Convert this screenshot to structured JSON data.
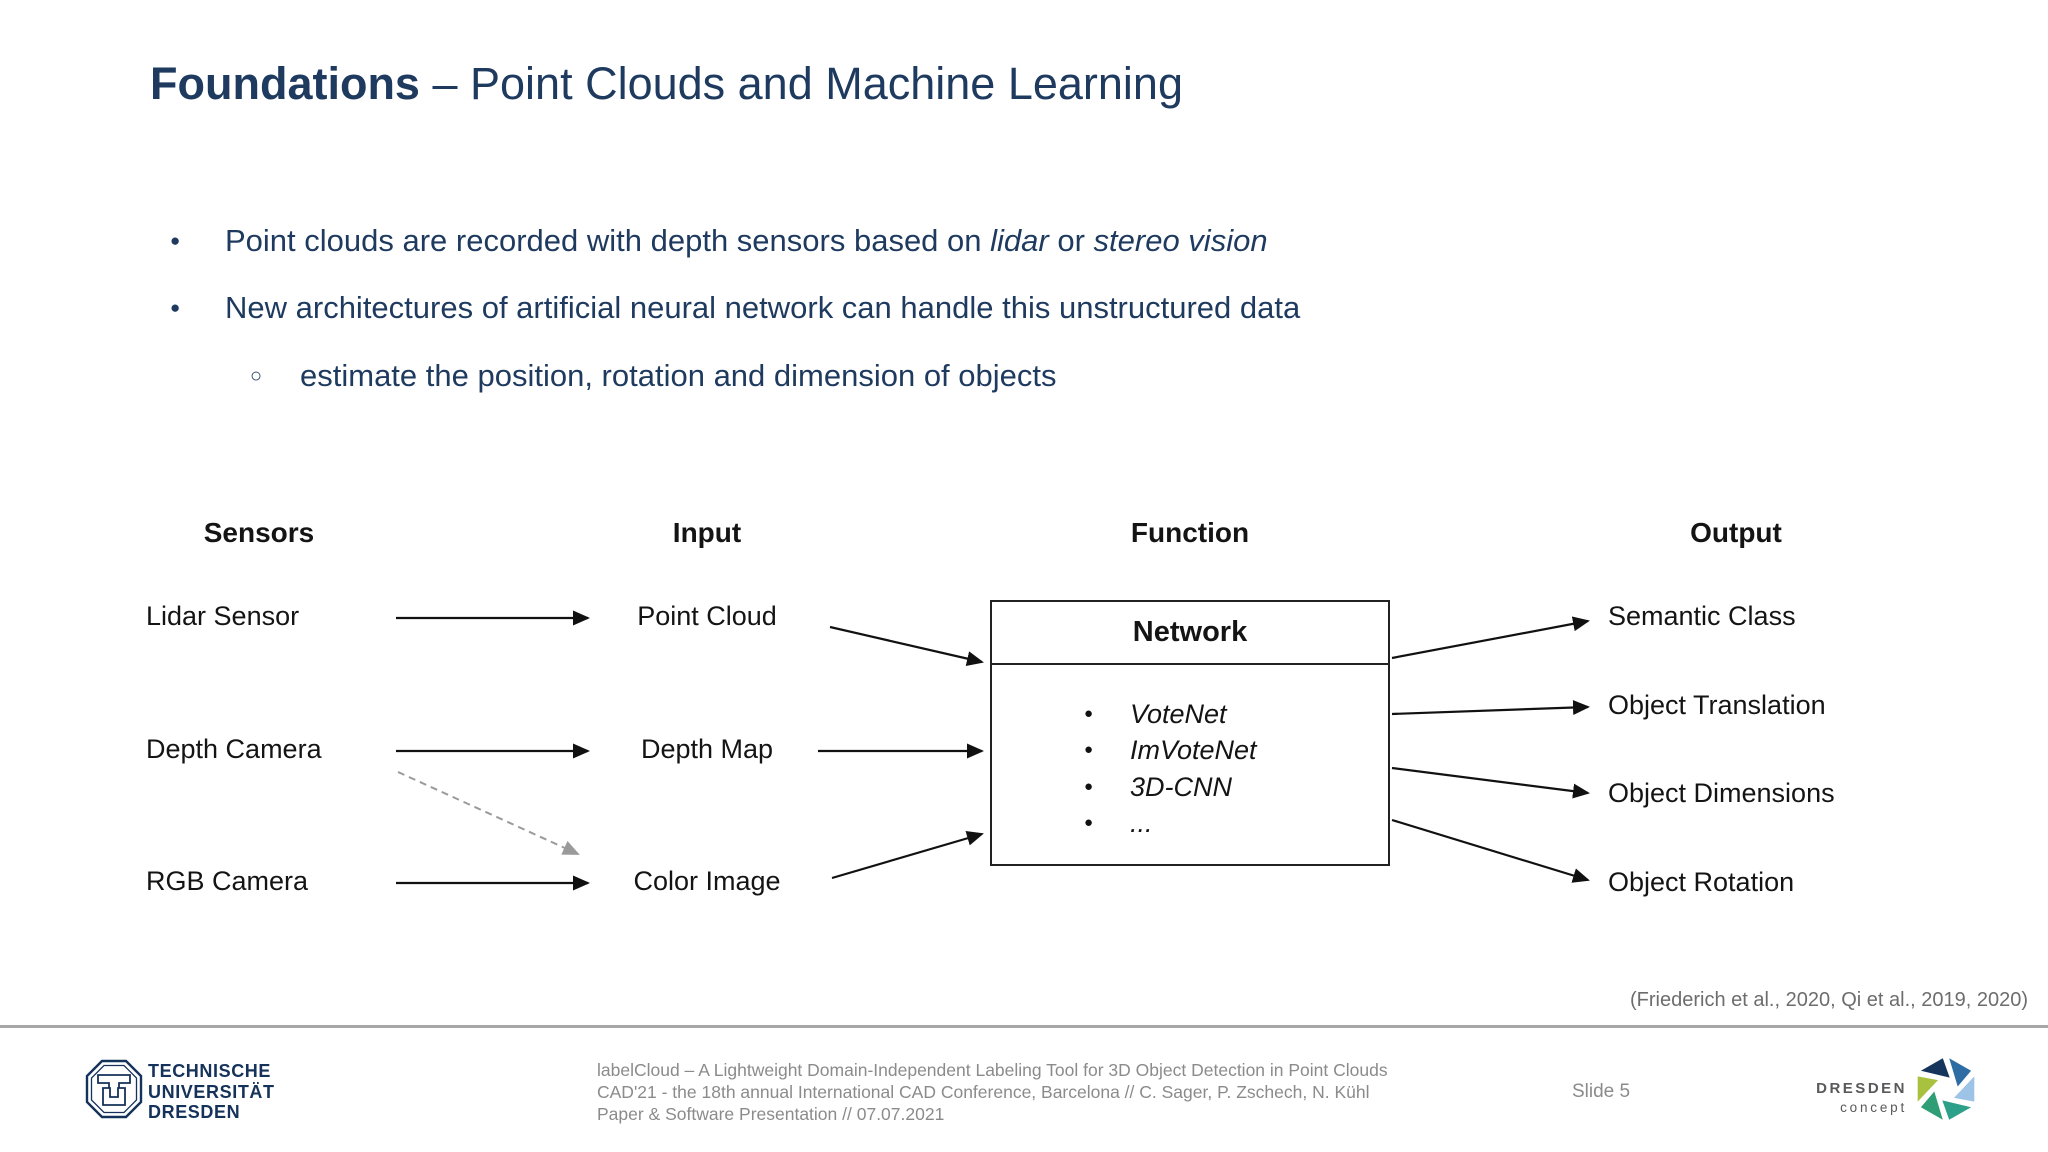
{
  "slide": {
    "title": {
      "bold": "Foundations",
      "rest": " – Point Clouds and Machine Learning"
    },
    "bullets": {
      "b1": {
        "pre": "Point clouds are recorded with depth sensors based on ",
        "i1": "lidar",
        "mid": " or ",
        "i2": "stereo vision"
      },
      "b2": "New architectures of artificial neural network can handle this unstructured data",
      "sub": "estimate the position, rotation and dimension of objects",
      "dot": "●",
      "sub_dot": "○"
    },
    "diagram": {
      "headers": {
        "sensors": "Sensors",
        "input": "Input",
        "function": "Function",
        "output": "Output"
      },
      "sensors": {
        "r1": "Lidar Sensor",
        "r2": "Depth Camera",
        "r3": "RGB Camera"
      },
      "inputs": {
        "r1": "Point Cloud",
        "r2": "Depth Map",
        "r3": "Color Image"
      },
      "network": {
        "title": "Network",
        "bullet": "●",
        "items": {
          "i1": "VoteNet",
          "i2": "ImVoteNet",
          "i3": "3D-CNN",
          "i4": "..."
        }
      },
      "outputs": {
        "r1": "Semantic Class",
        "r2": "Object Translation",
        "r3": "Object Dimensions",
        "r4": "Object Rotation"
      }
    },
    "citation": "(Friederich et al., 2020, Qi et al., 2019, 2020)",
    "footer": {
      "university": {
        "l1": "TECHNISCHE",
        "l2": "UNIVERSITÄT",
        "l3": "DRESDEN"
      },
      "center": {
        "l1": "labelCloud – A Lightweight Domain-Independent Labeling Tool for 3D Object Detection in Point Clouds",
        "l2": "CAD'21 - the 18th annual International CAD Conference, Barcelona // C. Sager, P. Zschech, N. Kühl",
        "l3": "Paper & Software Presentation // 07.07.2021"
      },
      "slide_number": "Slide 5",
      "dresden_concept": {
        "top": "DRESDEN",
        "bottom": "concept"
      }
    },
    "colors": {
      "navy_text": "#1e3a5f",
      "diagram_black": "#141414",
      "footer_gray": "#8b8b8b",
      "logo_navy": "#14325a"
    }
  }
}
